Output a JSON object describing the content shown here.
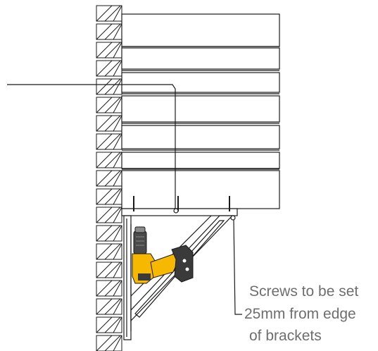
{
  "annotation": {
    "lines": [
      "Screws to be set",
      "25mm from edge",
      "of brackets"
    ]
  },
  "drill": {
    "icon": "drill-icon",
    "body_color": "#f6b800",
    "grip_color": "#3a3a3a"
  },
  "colors": {
    "line": "#1a1a1a",
    "callout_text": "#6e6e6e"
  }
}
